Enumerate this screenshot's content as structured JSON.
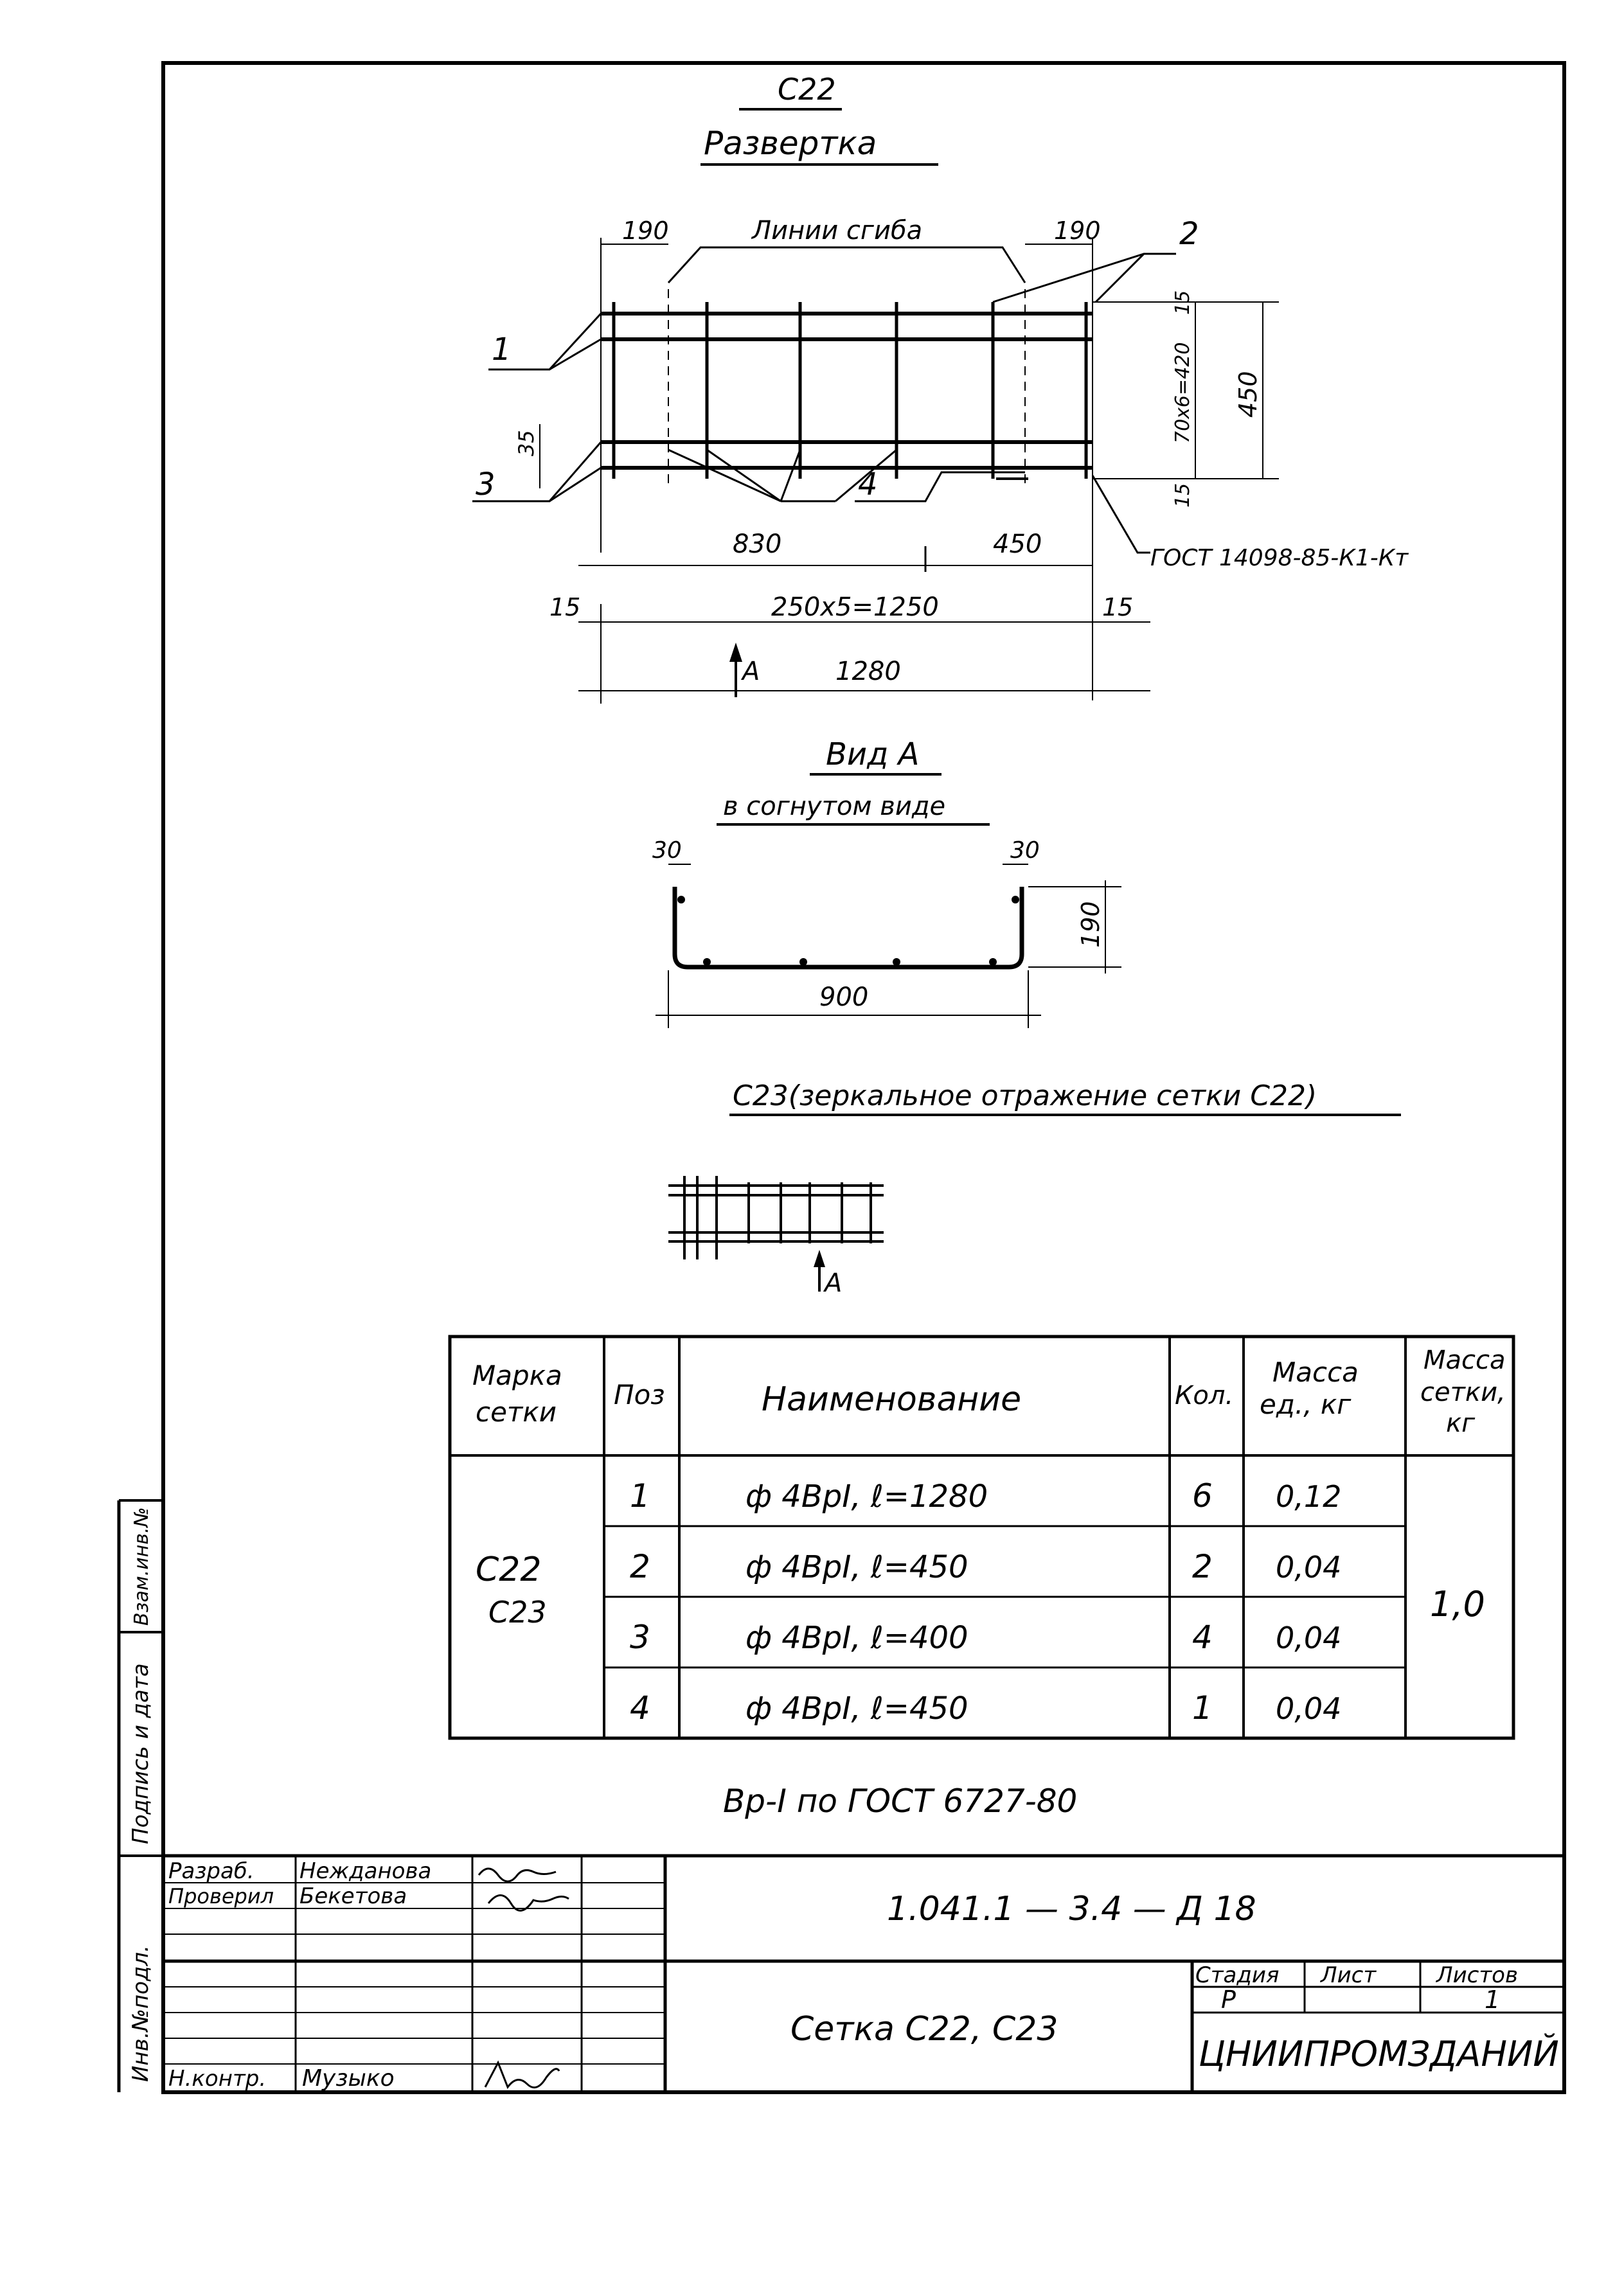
{
  "drawing": {
    "title": "С22",
    "subtitle": "Развертка",
    "labels": {
      "bend_lines": "Линии сгиба",
      "pos1": "1",
      "pos2": "2",
      "pos3": "3",
      "pos4": "4",
      "gost": "ГОСТ 14098-85-К1-Кт",
      "view_arrow": "А"
    },
    "dims": {
      "d190_left": "190",
      "d190_right": "190",
      "d15_top": "15",
      "d70x6": "70х6=420",
      "d450_v": "450",
      "d15_bot": "15",
      "d35": "35",
      "d830": "830",
      "d450_h": "450",
      "d15_left": "15",
      "d15_right": "15",
      "d250x5": "250х5=1250",
      "d1280": "1280"
    }
  },
  "view_a": {
    "title": "Вид А",
    "subtitle": "в согнутом виде",
    "d30_left": "30",
    "d30_right": "30",
    "d190": "190",
    "d900": "900"
  },
  "mirror_note": "С23(зеркальное отражение сетки С22)",
  "mirror_arrow": "А",
  "table": {
    "headers": [
      "Марка сетки",
      "Поз",
      "Наименование",
      "Кол.",
      "Масса ед., кг",
      "Масса сетки, кг"
    ],
    "mark": [
      "С22",
      "С23"
    ],
    "rows": [
      {
        "pos": "1",
        "name": "ф 4ВрI, ℓ=1280",
        "qty": "6",
        "mass": "0,12"
      },
      {
        "pos": "2",
        "name": "ф 4ВрI, ℓ=450",
        "qty": "2",
        "mass": "0,04"
      },
      {
        "pos": "3",
        "name": "ф 4ВрI, ℓ=400",
        "qty": "4",
        "mass": "0,04"
      },
      {
        "pos": "4",
        "name": "ф 4ВрI, ℓ=450",
        "qty": "1",
        "mass": "0,04"
      }
    ],
    "total_mass": "1,0"
  },
  "steel_note": "Вр-I по ГОСТ 6727-80",
  "title_block": {
    "roles": [
      "Разраб.",
      "Проверил",
      "Н.контр."
    ],
    "names": [
      "Нежданова",
      "Бекетова",
      "Музыко"
    ],
    "doc_code": "1.041.1 — 3.4 — Д 18",
    "item_name": "Сетка С22, С23",
    "stage_header": "Стадия",
    "sheet_header": "Лист",
    "sheets_header": "Листов",
    "stage": "Р",
    "sheet": "",
    "sheets": "1",
    "org": "ЦНИИПРОМЗДАНИЙ"
  },
  "side_stamp": {
    "inv": "Инв.№подл.",
    "sign": "Подпись и дата",
    "replace": "Взам.инв.№"
  }
}
